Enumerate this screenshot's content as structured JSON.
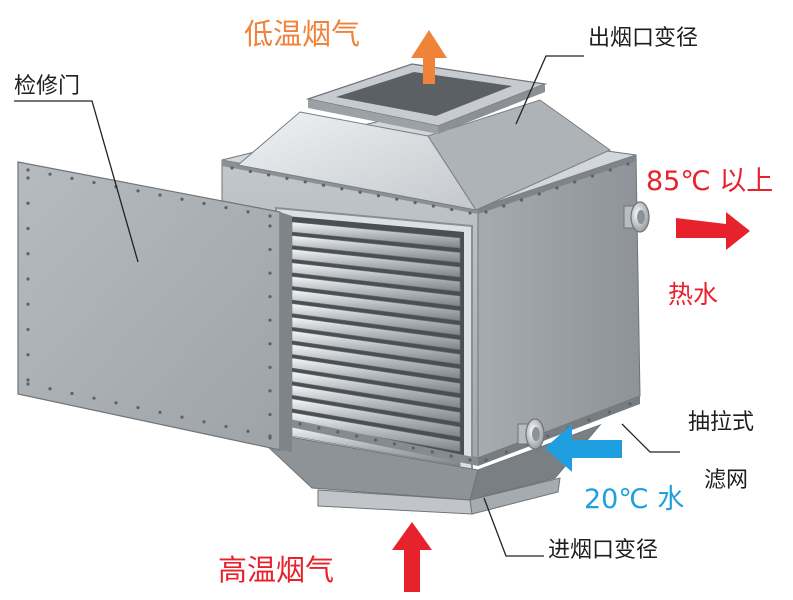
{
  "labels": {
    "low_temp_flue_gas": "低温烟气",
    "outlet_reducer": "出烟口变径",
    "access_door": "检修门",
    "hot_water_temp": "85℃ 以上",
    "hot_water": "热水",
    "drawer_filter_line1": "抽拉式",
    "drawer_filter_line2": "滤网",
    "cold_water": "20℃ 水",
    "high_temp_flue_gas": "高温烟气",
    "inlet_reducer": "进烟口变径"
  },
  "colors": {
    "hot_red": "#e8222c",
    "cold_blue": "#1f9fe0",
    "exhaust_orange": "#f0833a",
    "casing_gray": "#a3a8ad",
    "text_dark": "#1e1e1e"
  },
  "icons": [
    "up-arrow-orange-icon",
    "right-arrow-red-icon",
    "left-arrow-blue-icon",
    "up-arrow-red-icon"
  ]
}
